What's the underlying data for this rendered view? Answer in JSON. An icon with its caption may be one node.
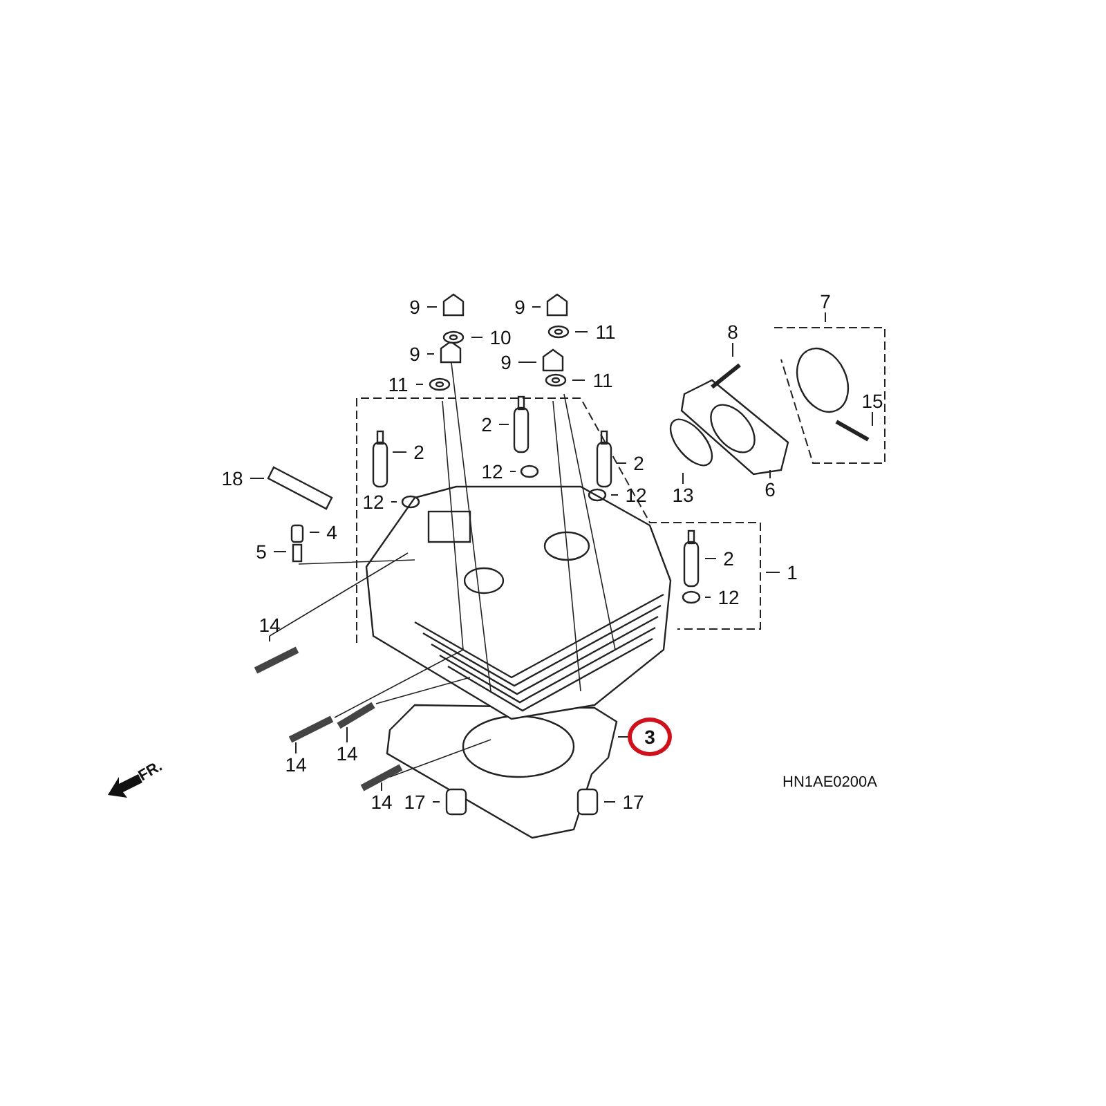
{
  "diagram": {
    "nodes": [
      {
        "text": [
          "7"
        ]
      },
      {
        "text": [
          "9"
        ]
      },
      {
        "text": [
          "9"
        ]
      },
      {
        "text": [
          "8"
        ]
      },
      {
        "text": [
          "10"
        ]
      },
      {
        "text": [
          "11"
        ]
      },
      {
        "text": [
          "9"
        ]
      },
      {
        "text": [
          "9"
        ]
      },
      {
        "text": [
          "15"
        ]
      },
      {
        "text": [
          "11"
        ]
      },
      {
        "text": [
          "11"
        ]
      },
      {
        "text": [
          "2"
        ]
      },
      {
        "text": [
          "2"
        ]
      },
      {
        "text": [
          "2"
        ]
      },
      {
        "text": [
          "18"
        ]
      },
      {
        "text": [
          "12"
        ]
      },
      {
        "text": [
          "12"
        ]
      },
      {
        "text": [
          "12"
        ]
      },
      {
        "text": [
          "13"
        ]
      },
      {
        "text": [
          "6"
        ]
      },
      {
        "text": [
          "4"
        ]
      },
      {
        "text": [
          "5"
        ]
      },
      {
        "text": [
          "2"
        ]
      },
      {
        "text": [
          "1"
        ]
      },
      {
        "text": [
          "12"
        ]
      },
      {
        "text": [
          "14"
        ]
      },
      {
        "text": [
          "3"
        ]
      },
      {
        "text": [
          "14"
        ]
      },
      {
        "text": [
          "14"
        ]
      },
      {
        "text": [
          "14"
        ]
      },
      {
        "text": [
          "17"
        ]
      },
      {
        "text": [
          "17"
        ]
      }
    ],
    "edges": [
      {
        "from": 0,
        "to": null,
        "arrow": "none"
      },
      {
        "from": 1,
        "to": null,
        "arrow": "none"
      },
      {
        "from": 2,
        "to": null,
        "arrow": "none"
      },
      {
        "from": 3,
        "to": null,
        "arrow": "none"
      },
      {
        "from": 4,
        "to": null,
        "arrow": "none"
      },
      {
        "from": 5,
        "to": null,
        "arrow": "none"
      },
      {
        "from": 6,
        "to": null,
        "arrow": "none"
      },
      {
        "from": 7,
        "to": null,
        "arrow": "none"
      },
      {
        "from": 8,
        "to": null,
        "arrow": "none"
      },
      {
        "from": 9,
        "to": null,
        "arrow": "none"
      },
      {
        "from": 10,
        "to": null,
        "arrow": "none"
      },
      {
        "from": 11,
        "to": null,
        "arrow": "none"
      },
      {
        "from": 12,
        "to": null,
        "arrow": "none"
      },
      {
        "from": 13,
        "to": null,
        "arrow": "none"
      },
      {
        "from": 14,
        "to": null,
        "arrow": "none"
      },
      {
        "from": 15,
        "to": null,
        "arrow": "none"
      },
      {
        "from": 16,
        "to": null,
        "arrow": "none"
      },
      {
        "from": 17,
        "to": null,
        "arrow": "none"
      },
      {
        "from": 18,
        "to": null,
        "arrow": "none"
      },
      {
        "from": 19,
        "to": null,
        "arrow": "none"
      },
      {
        "from": 20,
        "to": null,
        "arrow": "none"
      },
      {
        "from": 21,
        "to": null,
        "arrow": "none"
      },
      {
        "from": 22,
        "to": null,
        "arrow": "none"
      },
      {
        "from": 23,
        "to": null,
        "arrow": "none"
      },
      {
        "from": 24,
        "to": null,
        "arrow": "none"
      },
      {
        "from": 25,
        "to": null,
        "arrow": "none"
      },
      {
        "from": 26,
        "to": null,
        "arrow": "none"
      },
      {
        "from": 27,
        "to": null,
        "arrow": "none"
      },
      {
        "from": 28,
        "to": null,
        "arrow": "none"
      },
      {
        "from": 29,
        "to": null,
        "arrow": "none"
      },
      {
        "from": 30,
        "to": null,
        "arrow": "none"
      },
      {
        "from": 31,
        "to": null,
        "arrow": "none"
      }
    ],
    "labels": [
      "FR.",
      "HN1AE0200A"
    ]
  }
}
